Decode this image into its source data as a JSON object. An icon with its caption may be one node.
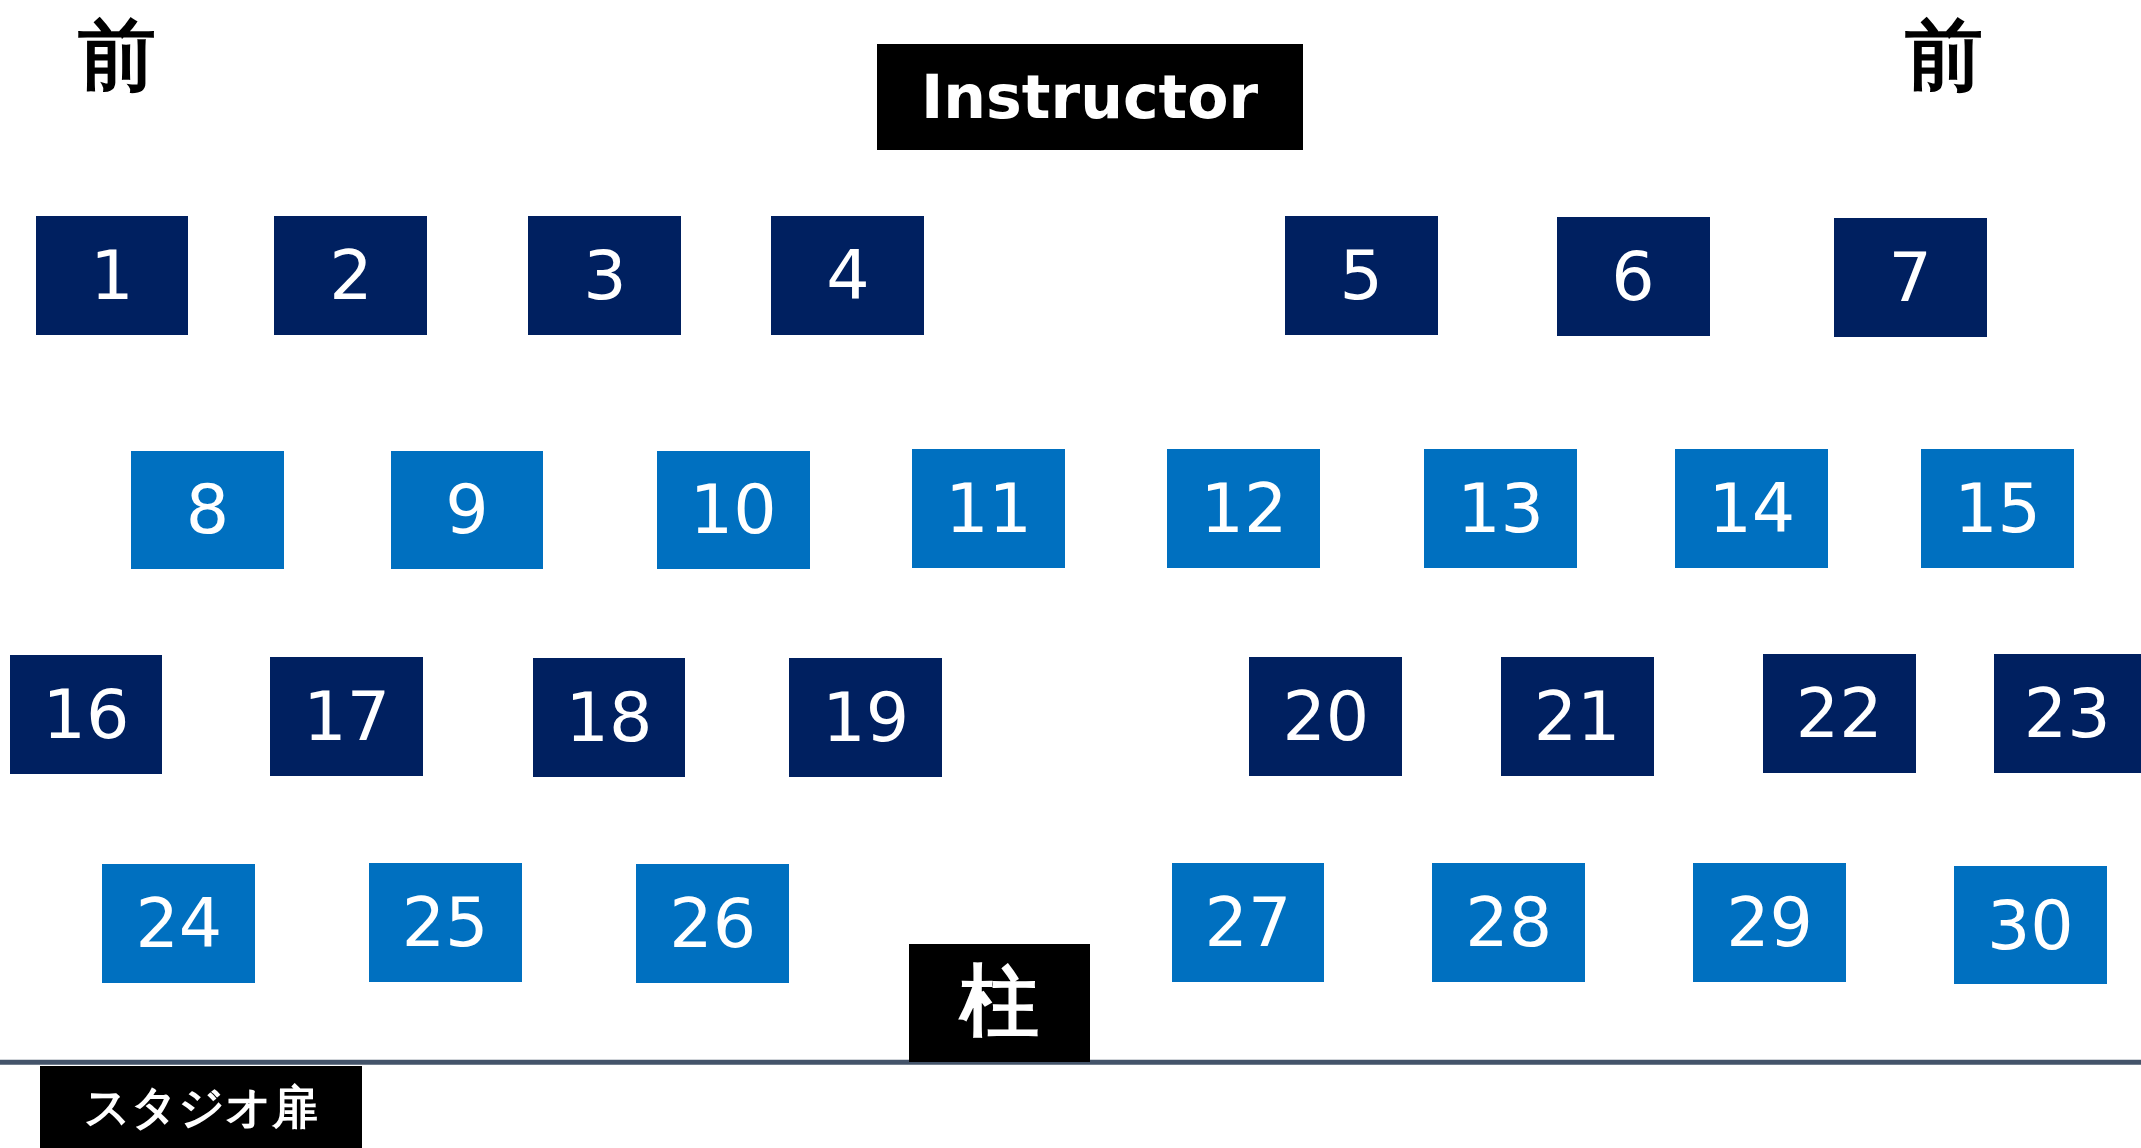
{
  "diagram": {
    "nodes": [
      {
        "text": [
          "Instructor"
        ]
      },
      {
        "text": [
          "1"
        ]
      },
      {
        "text": [
          "2"
        ]
      },
      {
        "text": [
          "3"
        ]
      },
      {
        "text": [
          "4"
        ]
      },
      {
        "text": [
          "5"
        ]
      },
      {
        "text": [
          "6"
        ]
      },
      {
        "text": [
          "7"
        ]
      },
      {
        "text": [
          "8"
        ]
      },
      {
        "text": [
          "9"
        ]
      },
      {
        "text": [
          "10"
        ]
      },
      {
        "text": [
          "11"
        ]
      },
      {
        "text": [
          "12"
        ]
      },
      {
        "text": [
          "13"
        ]
      },
      {
        "text": [
          "14"
        ]
      },
      {
        "text": [
          "15"
        ]
      },
      {
        "text": [
          "16"
        ]
      },
      {
        "text": [
          "17"
        ]
      },
      {
        "text": [
          "18"
        ]
      },
      {
        "text": [
          "19"
        ]
      },
      {
        "text": [
          "20"
        ]
      },
      {
        "text": [
          "21"
        ]
      },
      {
        "text": [
          "22"
        ]
      },
      {
        "text": [
          "23"
        ]
      },
      {
        "text": [
          "24"
        ]
      },
      {
        "text": [
          "25"
        ]
      },
      {
        "text": [
          "26"
        ]
      },
      {
        "text": [
          "27"
        ]
      },
      {
        "text": [
          "28"
        ]
      },
      {
        "text": [
          "29"
        ]
      },
      {
        "text": [
          "30"
        ]
      },
      {
        "text": [
          "柱"
        ]
      },
      {
        "text": [
          "スタジオ扉"
        ]
      }
    ],
    "labels": [
      "前",
      "前"
    ]
  }
}
